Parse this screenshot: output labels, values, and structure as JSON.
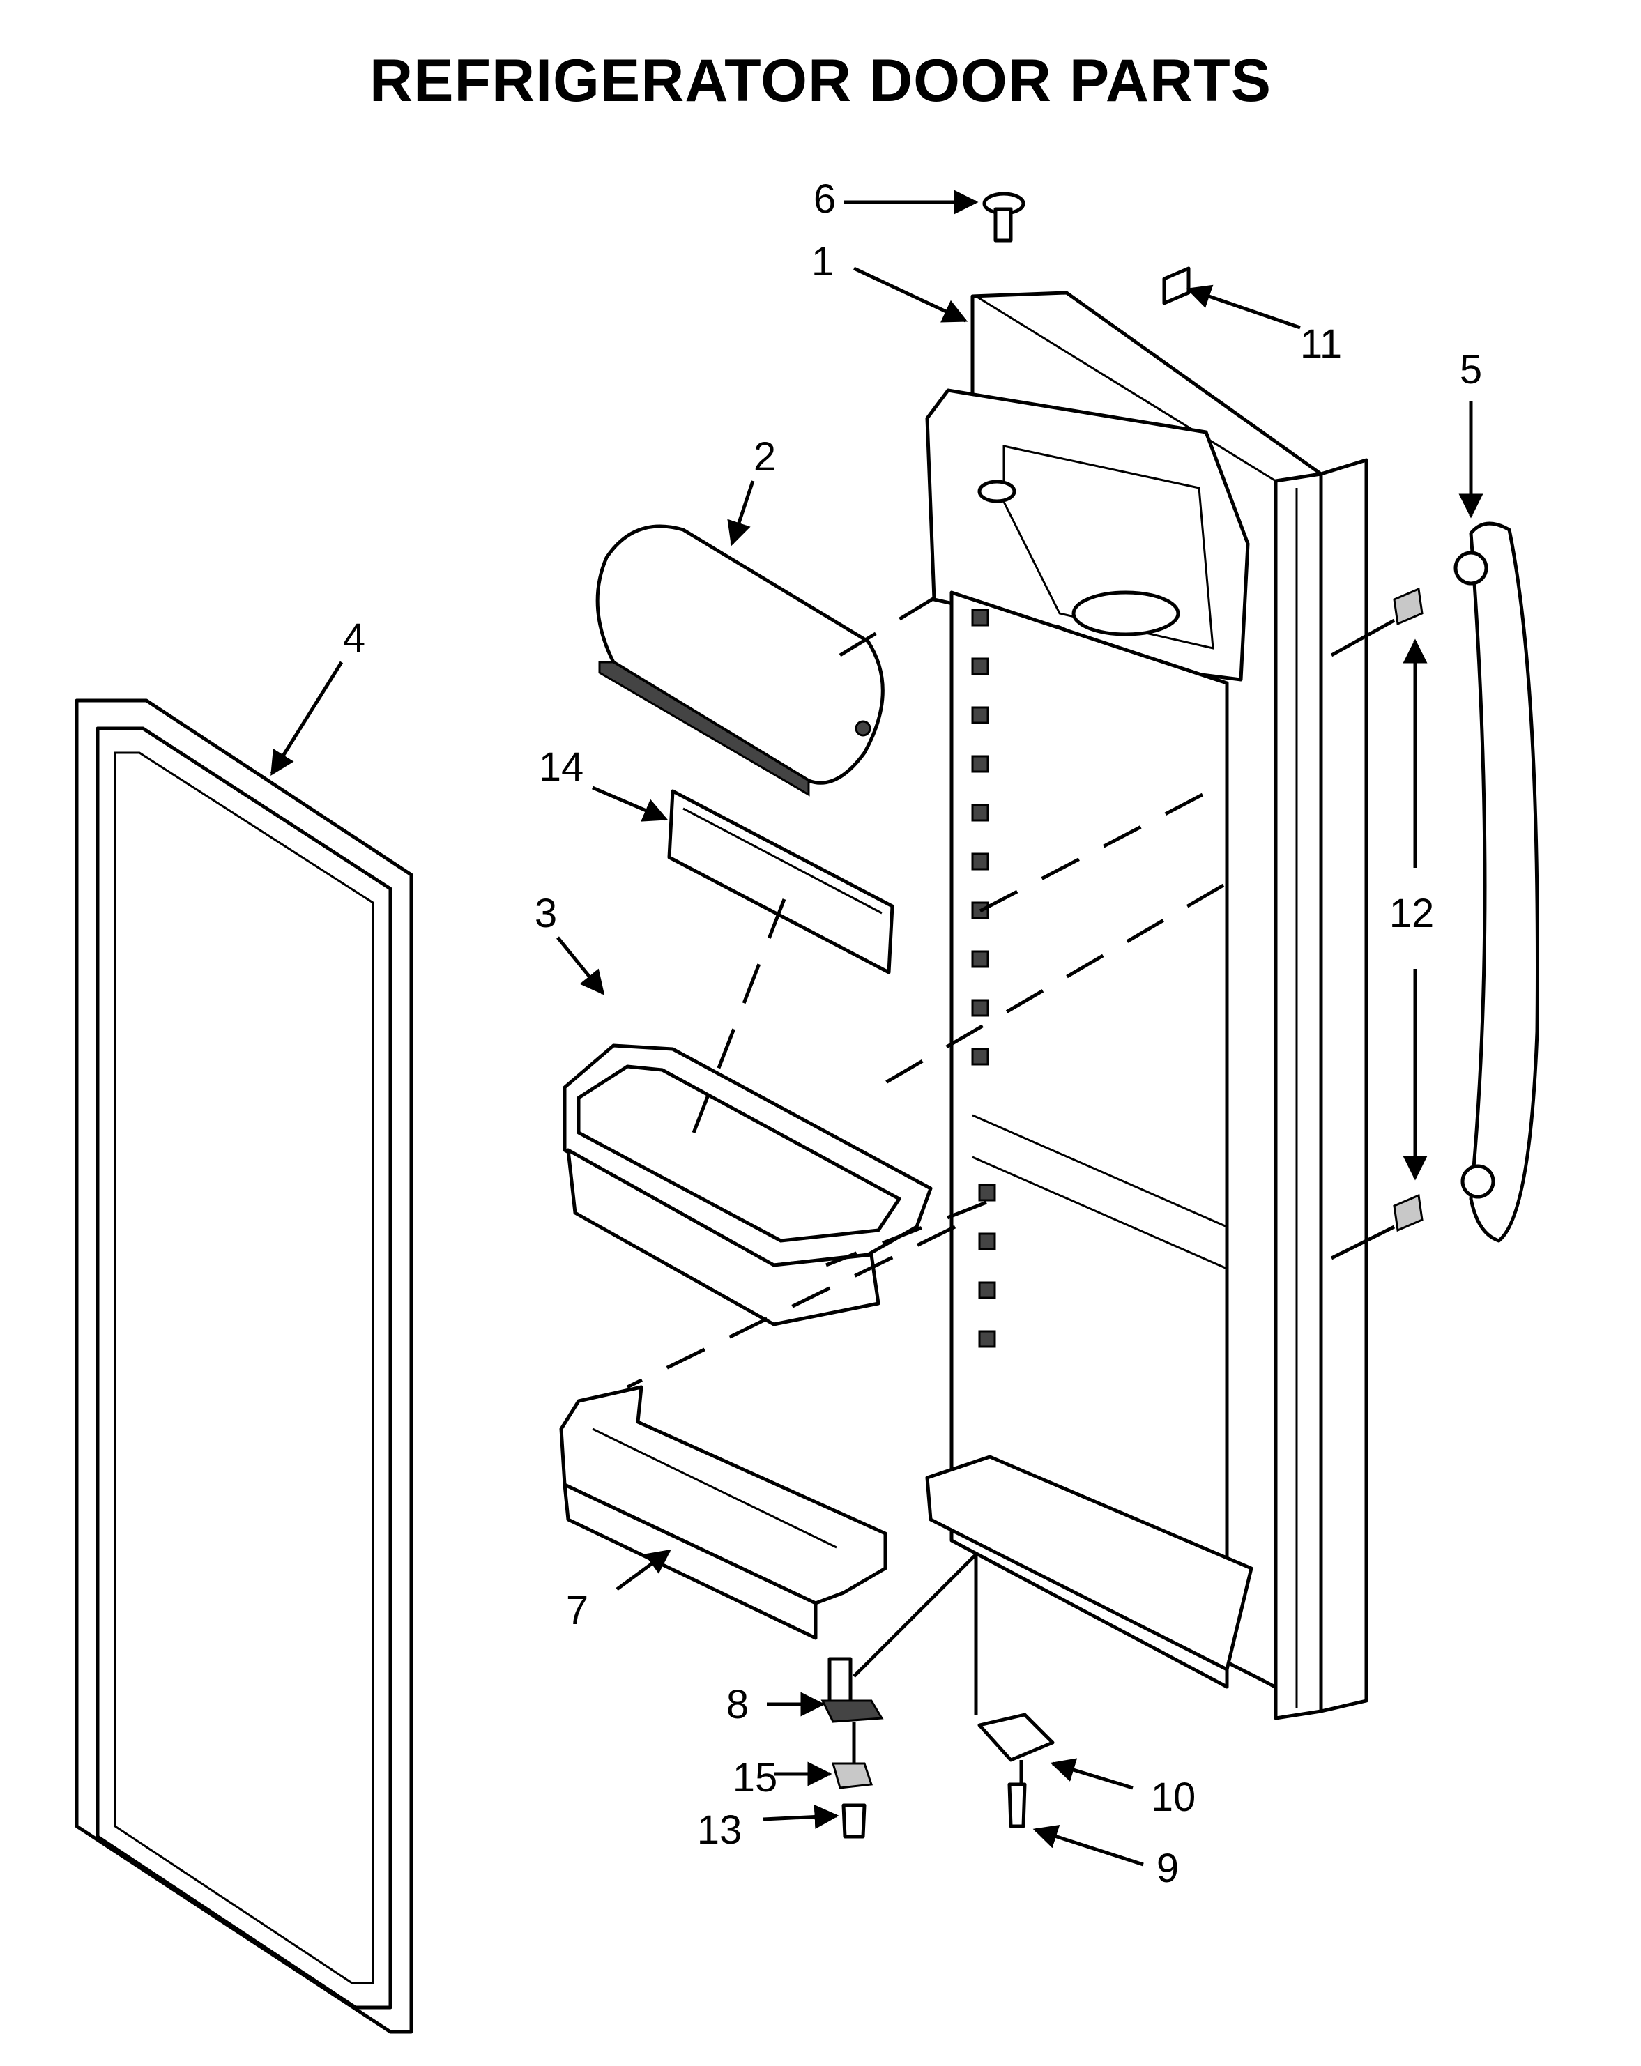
{
  "title": "REFRIGERATOR DOOR PARTS",
  "callouts": [
    "1",
    "2",
    "3",
    "4",
    "5",
    "6",
    "7",
    "8",
    "9",
    "10",
    "11",
    "12",
    "13",
    "14",
    "15"
  ]
}
